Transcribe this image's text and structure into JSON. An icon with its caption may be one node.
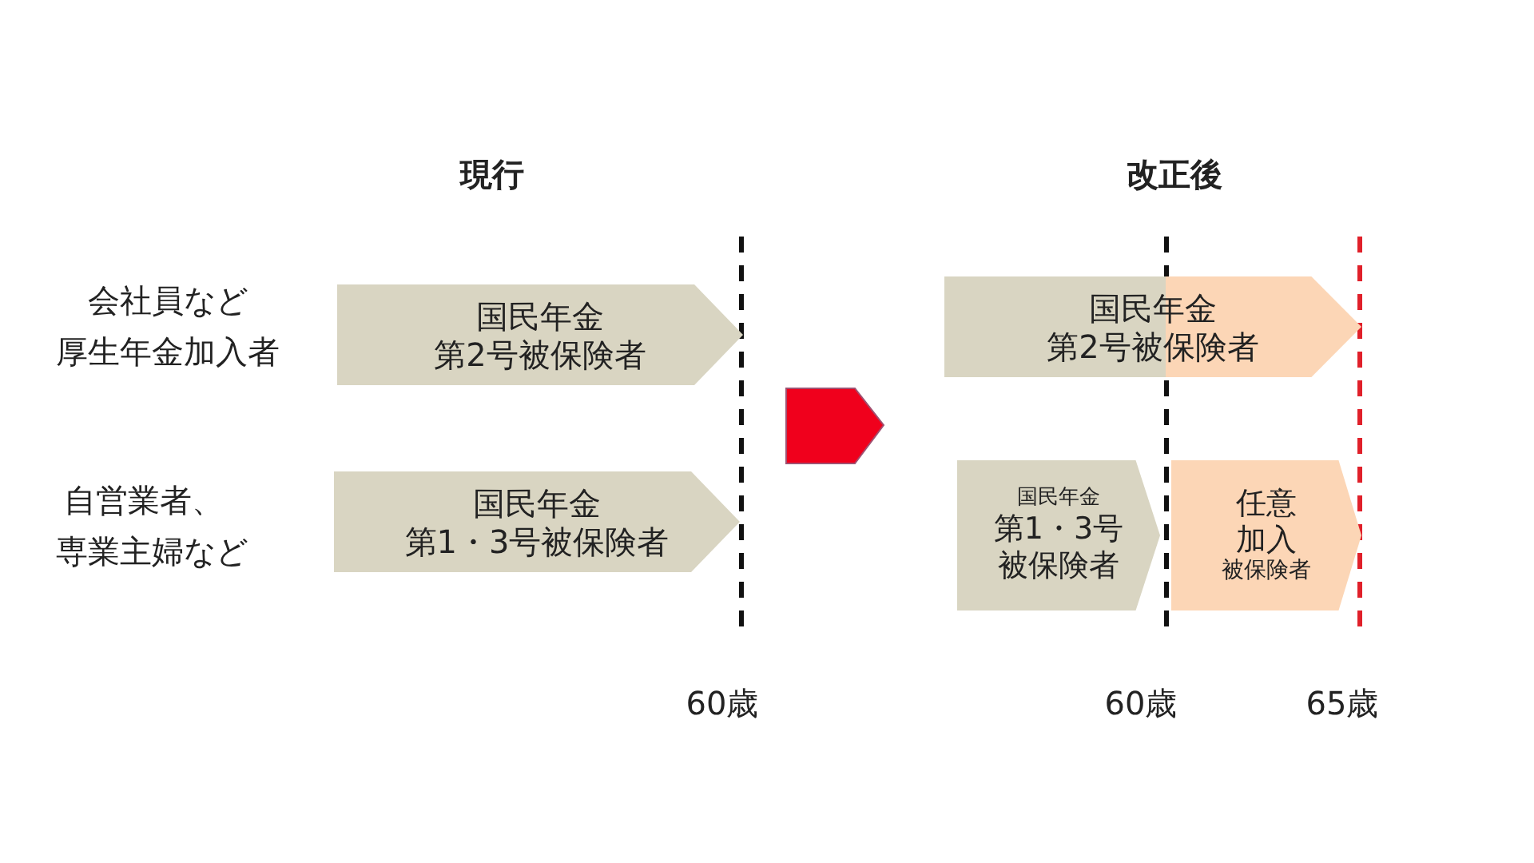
{
  "diagram": {
    "nodes": [
      {
        "text": [
          "国民年金",
          "第2号被保険者"
        ]
      },
      {
        "text": [
          "国民年金",
          "第1・3号被保険者"
        ]
      },
      {
        "text": [
          "国民年金",
          "第2号被保険者"
        ]
      },
      {
        "text": [
          "国民年金",
          "第1・3号",
          "被保険者"
        ]
      },
      {
        "text": [
          "任意",
          "加入",
          "被保険者"
        ]
      }
    ],
    "labels": [
      "現行",
      "改正後",
      "会社員など",
      "厚生年金加入者",
      "自営業者、",
      "専業主婦など",
      "60歳",
      "60歳",
      "65歳"
    ]
  }
}
